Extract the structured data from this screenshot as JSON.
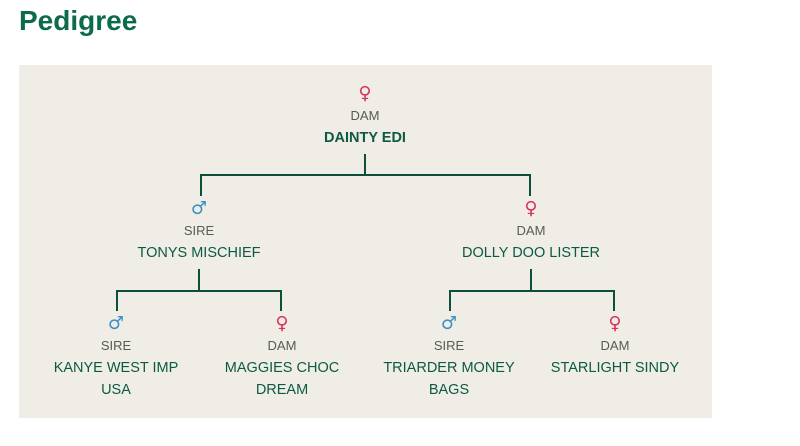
{
  "page": {
    "title": "Pedigree"
  },
  "symbols": {
    "female": "♀",
    "male": "♂"
  },
  "colors": {
    "accent": "#0d6b4d",
    "female": "#d6335a",
    "male": "#3a8fc4",
    "panel": "#efede6"
  },
  "pedigree": {
    "root": {
      "role": "DAM",
      "name": "DAINTY EDI",
      "sex": "female"
    },
    "sire": {
      "role": "SIRE",
      "name": "TONYS MISCHIEF",
      "sex": "male"
    },
    "dam": {
      "role": "DAM",
      "name": "DOLLY DOO LISTER",
      "sex": "female"
    },
    "sire_sire": {
      "role": "SIRE",
      "name": "KANYE WEST IMP USA",
      "sex": "male"
    },
    "sire_dam": {
      "role": "DAM",
      "name": "MAGGIES CHOC DREAM",
      "sex": "female"
    },
    "dam_sire": {
      "role": "SIRE",
      "name": "TRIARDER MONEY BAGS",
      "sex": "male"
    },
    "dam_dam": {
      "role": "DAM",
      "name": "STARLIGHT SINDY",
      "sex": "female"
    }
  }
}
